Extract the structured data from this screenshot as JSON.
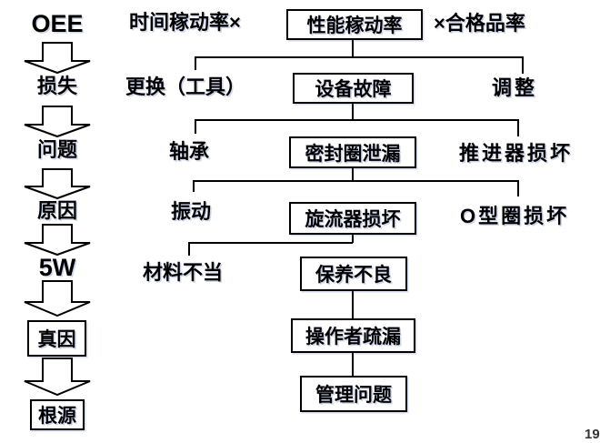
{
  "slide": {
    "page_number": "19"
  },
  "colors": {
    "line": "#000000",
    "text": "#000000",
    "box_background": "#ffffff"
  },
  "left_flow": {
    "items": [
      {
        "label": "OEE",
        "boxed": false
      },
      {
        "label": "损失",
        "boxed": false
      },
      {
        "label": "问题",
        "boxed": false
      },
      {
        "label": "原因",
        "boxed": false
      },
      {
        "label": "5W",
        "boxed": false
      },
      {
        "label": "真因",
        "boxed": true
      },
      {
        "label": "根源",
        "boxed": true
      }
    ],
    "connector": "hollow-down-block-arrow"
  },
  "tree": {
    "levels": [
      {
        "left": "时间稼动率×",
        "center": "性能稼动率",
        "right": "×合格品率"
      },
      {
        "left": "更换（工具）",
        "center": "设备故障",
        "right": "调整"
      },
      {
        "left": "轴承",
        "center": "密封圈泄漏",
        "right": "推进器损坏"
      },
      {
        "left": "振动",
        "center": "旋流器损坏",
        "right": "O型圈损坏"
      },
      {
        "left": "材料不当",
        "center": "保养不良",
        "right": null
      },
      {
        "center": "操作者疏漏"
      },
      {
        "center": "管理问题"
      }
    ]
  }
}
